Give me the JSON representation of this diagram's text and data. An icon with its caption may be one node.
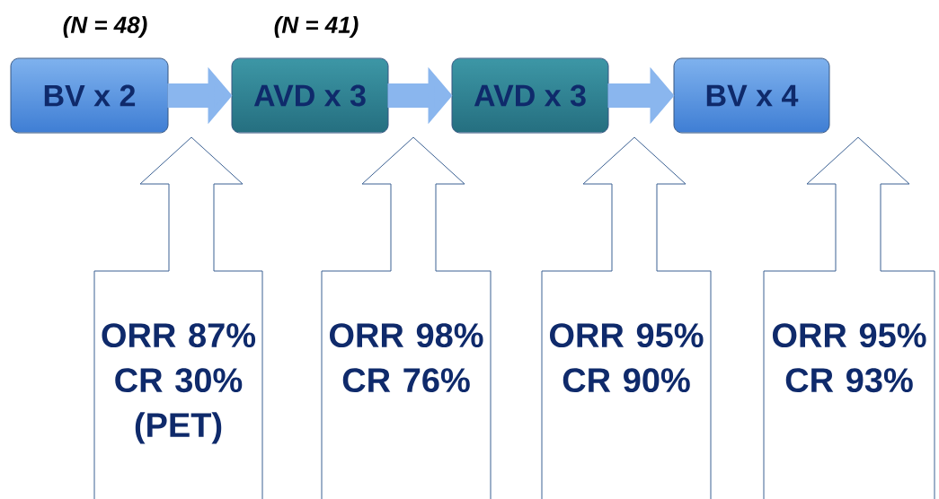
{
  "diagram": {
    "nodes": [
      {
        "text": [
          "BV x 2"
        ],
        "beside": [
          "(N = 48)"
        ]
      },
      {
        "text": [
          "AVD x 3"
        ],
        "beside": [
          "(N = 41)"
        ]
      },
      {
        "text": [
          "AVD x 3"
        ]
      },
      {
        "text": [
          "BV x 4"
        ]
      },
      {
        "text": [
          "ORR 87% CR 30% (PET)"
        ]
      },
      {
        "text": [
          "ORR 98% CR 76%"
        ]
      },
      {
        "text": [
          "ORR 95% CR 90%"
        ]
      },
      {
        "text": [
          "ORR 95% CR 93%"
        ]
      }
    ],
    "edges": [
      {
        "from": 0,
        "to": 1,
        "arrow": "to"
      },
      {
        "from": 1,
        "to": 2,
        "arrow": "to"
      },
      {
        "from": 2,
        "to": 3,
        "arrow": "to"
      }
    ]
  }
}
